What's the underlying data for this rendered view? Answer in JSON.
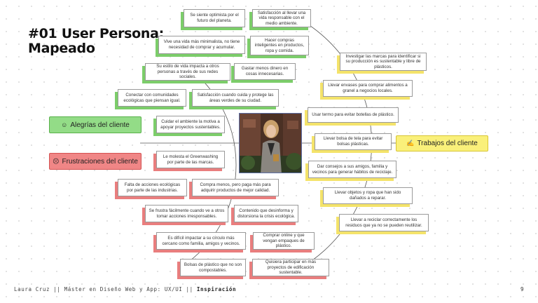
{
  "title": {
    "line1": "#01 User Persona:",
    "line2": "Mapeado"
  },
  "labels": {
    "joys": "Alegrías del cliente",
    "frustrations": "Frustraciones del cliente",
    "jobs": "Trabajos del cliente"
  },
  "icons": {
    "joys": "smile-face-icon",
    "frustrations": "frown-face-icon",
    "jobs": "writing-hand-icon"
  },
  "colors": {
    "green": "#93dc87",
    "red": "#f08686",
    "yellow": "#faf07a"
  },
  "joys": [
    "Se siente optimista por el futuro del planeta.",
    "Satisfacción al llevar una vida responsable con el medio ambiente.",
    "Vive una vida más minimalista, no tiene necesidad de comprar y acumular.",
    "Hacer compras inteligentes en productos, ropa y comida.",
    "Su estilo de vida impacta a otros personas a través de sus redes sociales.",
    "Gastar menos dinero en cosas innecesarias.",
    "Conectar con comunidades ecológicas que piensan igual.",
    "Satisfacción cuando cuida y protege las áreas verdes de su ciudad.",
    "Cuidar el ambiente la motiva a apoyar proyectos sustentables."
  ],
  "frustrations": [
    "Le molesta el Greenwashing por parte de las marcas.",
    "Falta de acciones ecológicas por parte de las industrias.",
    "Compra menos, pero paga más para adquirir productos de mejor calidad.",
    "Se frustra fácilmente cuando ve a otros tomar acciones irresponsables.",
    "Contenido que desinforma y distorsiona la crisis ecológica.",
    "Es difícil impactar a su círculo más cercano como familia, amigos y vecinos.",
    "Comprar online y que vengan empaques de plástico.",
    "Bolsas de plástico que no son compostables.",
    "Quisiera participar en más proyectos de edificación sustentable."
  ],
  "jobs": [
    "Investigar las marcas para identificar si su producción es sustentable y libre de plásticos.",
    "Llevar envases para comprar alimentos a granel a negocios locales.",
    "Usar termo para evitar botellas de plástico.",
    "Llevar bolsa de tela para evitar bolsas plásticas.",
    "Dar consejos a sus amigos, familia y vecinos para generar hábitos de reciclaje.",
    "Llevar objetos y ropa que han sido dañados a reparar.",
    "Llevar a reciclar correctamente los residuos que ya no se pueden reutilizar."
  ],
  "footer": {
    "text": "Laura Cruz || Máster en Diseño Web y App: UX/UI || ",
    "highlight": "Inspiración",
    "page": "9"
  }
}
